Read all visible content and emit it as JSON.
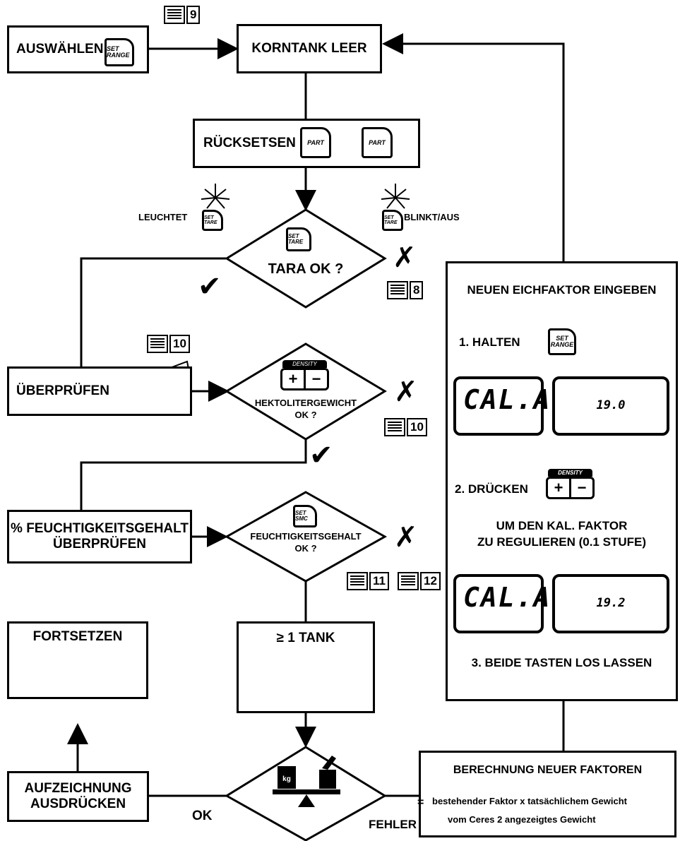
{
  "boxes": {
    "auswaehlen": "AUSWÄHLEN",
    "korntank": "KORNTANK LEER",
    "ruecksetzen": "RÜCKSETSEN",
    "ueberpruefen": "ÜBERPRÜFEN",
    "feuchtigkeit_line1": "% FEUCHTIGKEITSGEHALT",
    "feuchtigkeit_line2": "ÜBERPRÜFEN",
    "fortsetzen": "FORTSETZEN",
    "tank": "≥ 1 TANK",
    "aufzeichnung_line1": "AUFZEICHNUNG",
    "aufzeichnung_line2": "AUSDRÜCKEN"
  },
  "decisions": {
    "tara": "TARA OK ?",
    "hekto_line1": "HEKTOLITERGEWICHT",
    "hekto_line2": "OK ?",
    "feucht_line1": "FEUCHTIGKEITSGEHALT",
    "feucht_line2": "OK ?"
  },
  "labels": {
    "leuchtet": "LEUCHTET",
    "blinkt": "BLINKT/AUS",
    "ok": "OK",
    "fehler": "FEHLER",
    "x_mark": "✗",
    "check_mark": "✔"
  },
  "keys": {
    "set_range": "SET RANGE",
    "part": "PART",
    "set_tare": "SET TARE",
    "set_smc": "SET SMC",
    "density": "DENSITY",
    "plus": "+",
    "minus": "−",
    "kg": "kg"
  },
  "book_refs": [
    "9",
    "8",
    "10",
    "10",
    "11",
    "12"
  ],
  "panel": {
    "title": "NEUEN EICHFAKTOR EINGEBEN",
    "step1": "1.  HALTEN",
    "step2": "2. DRÜCKEN",
    "step2_desc_line1": "UM DEN KAL. FAKTOR",
    "step2_desc_line2": "ZU REGULIEREN (0.1 STUFE)",
    "step3": "3. BEIDE TASTEN LOS LASSEN",
    "lcd_text": "CAL.A",
    "dial1_value": "19.0",
    "dial2_value": "19.2"
  },
  "calc": {
    "title": "BERECHNUNG NEUER FAKTOREN",
    "equals": "=",
    "numerator": "bestehender Faktor x tatsächlichem Gewicht",
    "denominator": "vom Ceres 2 angezeigtes Gewicht"
  }
}
